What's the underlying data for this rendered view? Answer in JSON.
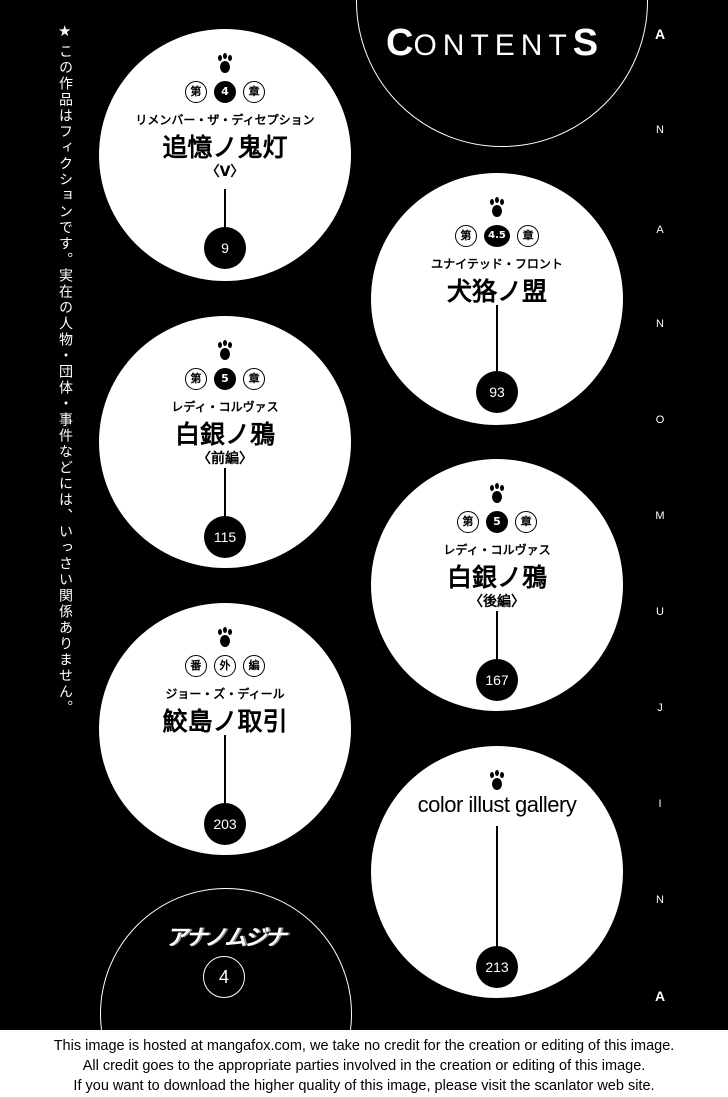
{
  "header": {
    "title_first": "C",
    "title_middle": "ONTENT",
    "title_last": "S"
  },
  "side_letters": [
    "A",
    "N",
    "A",
    "N",
    "O",
    "M",
    "U",
    "J",
    "I",
    "N",
    "A"
  ],
  "disclaimer": {
    "star": "★",
    "text": "この作品はフィクションです。実在の人物・団体・事件などには、いっさい関係ありません。"
  },
  "chapters": [
    {
      "badge_prefix": "第",
      "badge_number": "4",
      "badge_suffix": "章",
      "kana": "リメンバー・ザ・ディセプション",
      "title": "追憶ノ鬼灯",
      "subtitle": "〈V〉",
      "page": "9"
    },
    {
      "badge_prefix": "第",
      "badge_number": "4.5",
      "badge_suffix": "章",
      "kana": "ユナイテッド・フロント",
      "title": "犬狢ノ盟",
      "subtitle": "",
      "page": "93"
    },
    {
      "badge_prefix": "第",
      "badge_number": "5",
      "badge_suffix": "章",
      "kana": "レディ・コルヴァス",
      "title": "白銀ノ鴉",
      "subtitle": "〈前編〉",
      "page": "115"
    },
    {
      "badge_prefix": "第",
      "badge_number": "5",
      "badge_suffix": "章",
      "kana": "レディ・コルヴァス",
      "title": "白銀ノ鴉",
      "subtitle": "〈後編〉",
      "page": "167"
    },
    {
      "badge_prefix": "番",
      "badge_number": "外",
      "badge_suffix": "編",
      "kana": "ジョー・ズ・ディール",
      "title": "鮫島ノ取引",
      "subtitle": "",
      "page": "203"
    },
    {
      "english_title": "color illust gallery",
      "page": "213"
    }
  ],
  "logo": {
    "text": "アナノムジナ",
    "volume": "4"
  },
  "footer": {
    "line1": "This image is hosted at mangafox.com, we take no credit for the creation or editing of this image.",
    "line2": "All credit goes to the appropriate parties involved in the creation or editing of this image.",
    "line3": "If you want to download the higher quality of this image, please visit the scanlator web site."
  }
}
